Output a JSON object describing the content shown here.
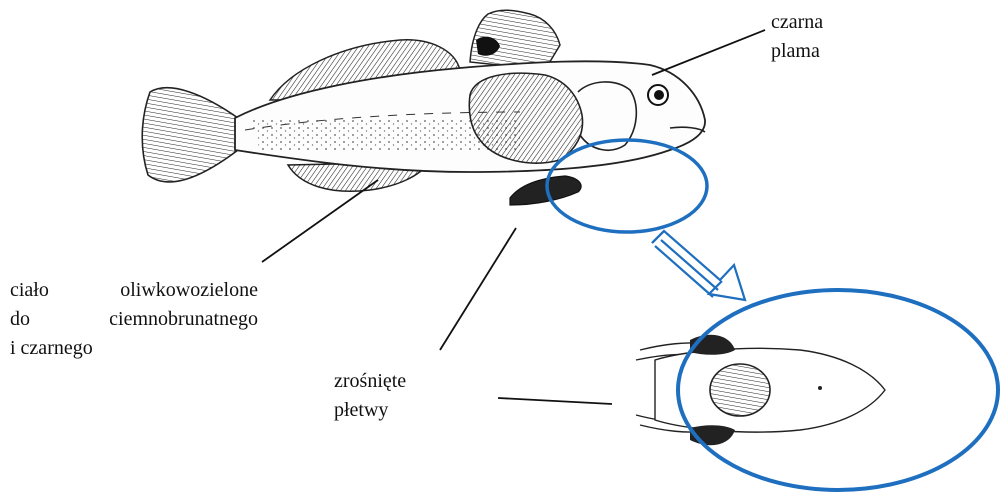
{
  "labels": {
    "black_spot": {
      "line1": "czarna",
      "line2": "plama"
    },
    "body_color": {
      "line1_a": "ciało",
      "line1_b": "oliwkowozielone",
      "line2_a": "do",
      "line2_b": "ciemnobrunatnego",
      "line3": "i czarnego"
    },
    "fused_fins": {
      "line1": "zrośnięte",
      "line2": "płetwy"
    }
  },
  "colors": {
    "highlight": "#1e6fbf",
    "ink": "#111111"
  }
}
